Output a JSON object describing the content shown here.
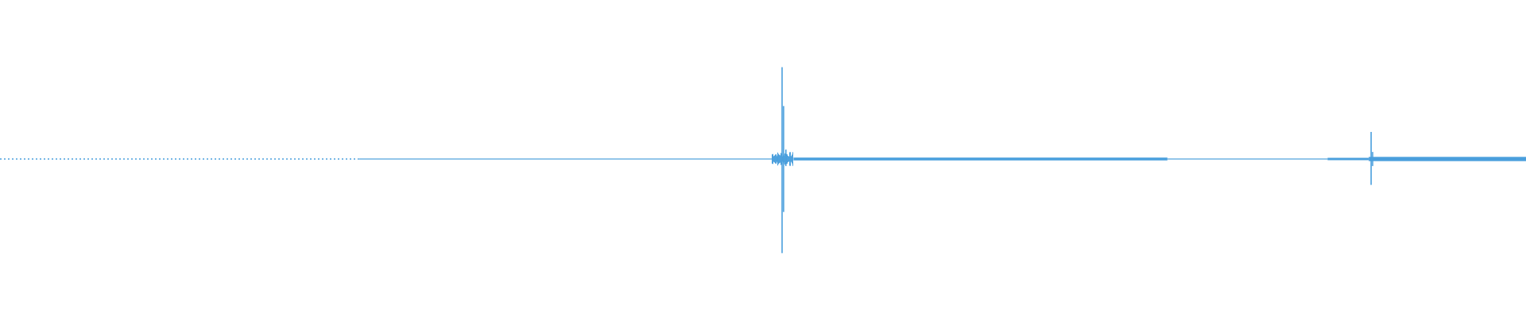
{
  "waveform": {
    "color": "#4a9fdd",
    "background": "#ffffff",
    "amplitude_range": [
      -1,
      1
    ],
    "duration_fraction_axis": [
      0,
      1
    ],
    "segments": [
      {
        "start": 0.0,
        "end": 0.235,
        "style": "dotted",
        "level": 0.006
      },
      {
        "start": 0.235,
        "end": 0.506,
        "style": "solid",
        "level": 0.004
      },
      {
        "start": 0.506,
        "end": 0.52,
        "style": "burst",
        "level": 0.05
      },
      {
        "start": 0.52,
        "end": 0.765,
        "style": "solid",
        "level": 0.012
      },
      {
        "start": 0.765,
        "end": 0.87,
        "style": "solid",
        "level": 0.004
      },
      {
        "start": 0.87,
        "end": 0.897,
        "style": "solid",
        "level": 0.01
      },
      {
        "start": 0.897,
        "end": 1.0,
        "style": "solid",
        "level": 0.018
      }
    ],
    "spikes": [
      {
        "position": 0.5125,
        "amplitude_up": 0.78,
        "amplitude_down": 0.8
      },
      {
        "position": 0.5135,
        "amplitude_up": 0.45,
        "amplitude_down": 0.45
      },
      {
        "position": 0.515,
        "amplitude_up": 0.08,
        "amplitude_down": 0.06
      },
      {
        "position": 0.5095,
        "amplitude_up": 0.03,
        "amplitude_down": 0.03
      },
      {
        "position": 0.8985,
        "amplitude_up": 0.23,
        "amplitude_down": 0.22
      },
      {
        "position": 0.8995,
        "amplitude_up": 0.06,
        "amplitude_down": 0.06
      }
    ]
  }
}
